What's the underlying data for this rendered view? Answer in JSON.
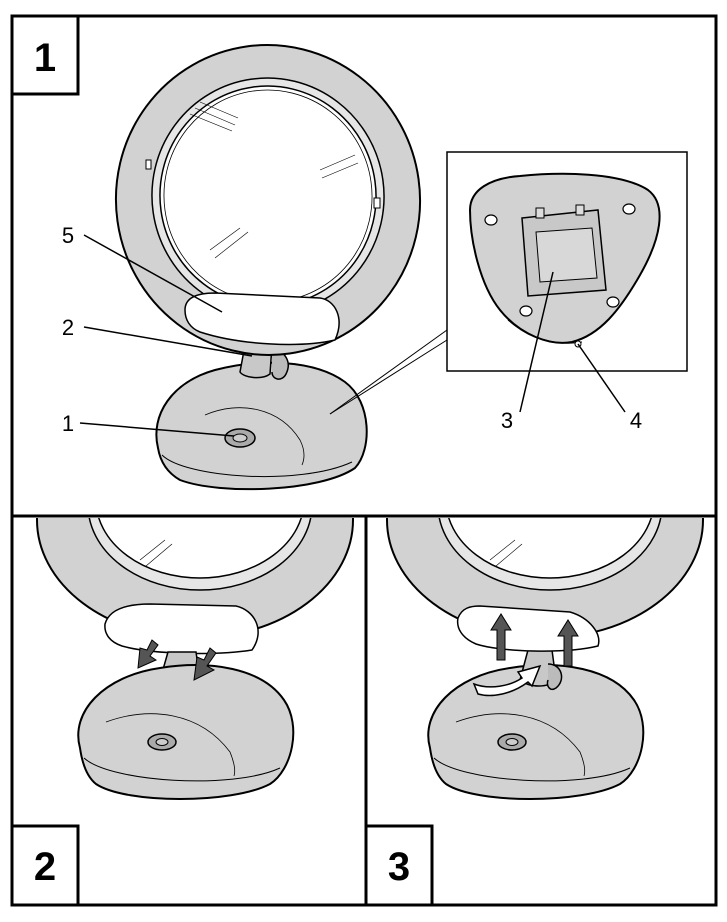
{
  "panels": [
    {
      "step": "1"
    },
    {
      "step": "2"
    },
    {
      "step": "3"
    }
  ],
  "callouts": [
    "1",
    "2",
    "3",
    "4",
    "5"
  ],
  "colors": {
    "body_fill": "#d2d2d2",
    "body_shade": "#bdbdbd",
    "cover_fill": "#ffffff",
    "arrow_fill": "#555555",
    "outline": "#000000"
  },
  "icons": [
    "down-arrow-icon",
    "up-arrow-icon",
    "curved-arrow-icon"
  ]
}
